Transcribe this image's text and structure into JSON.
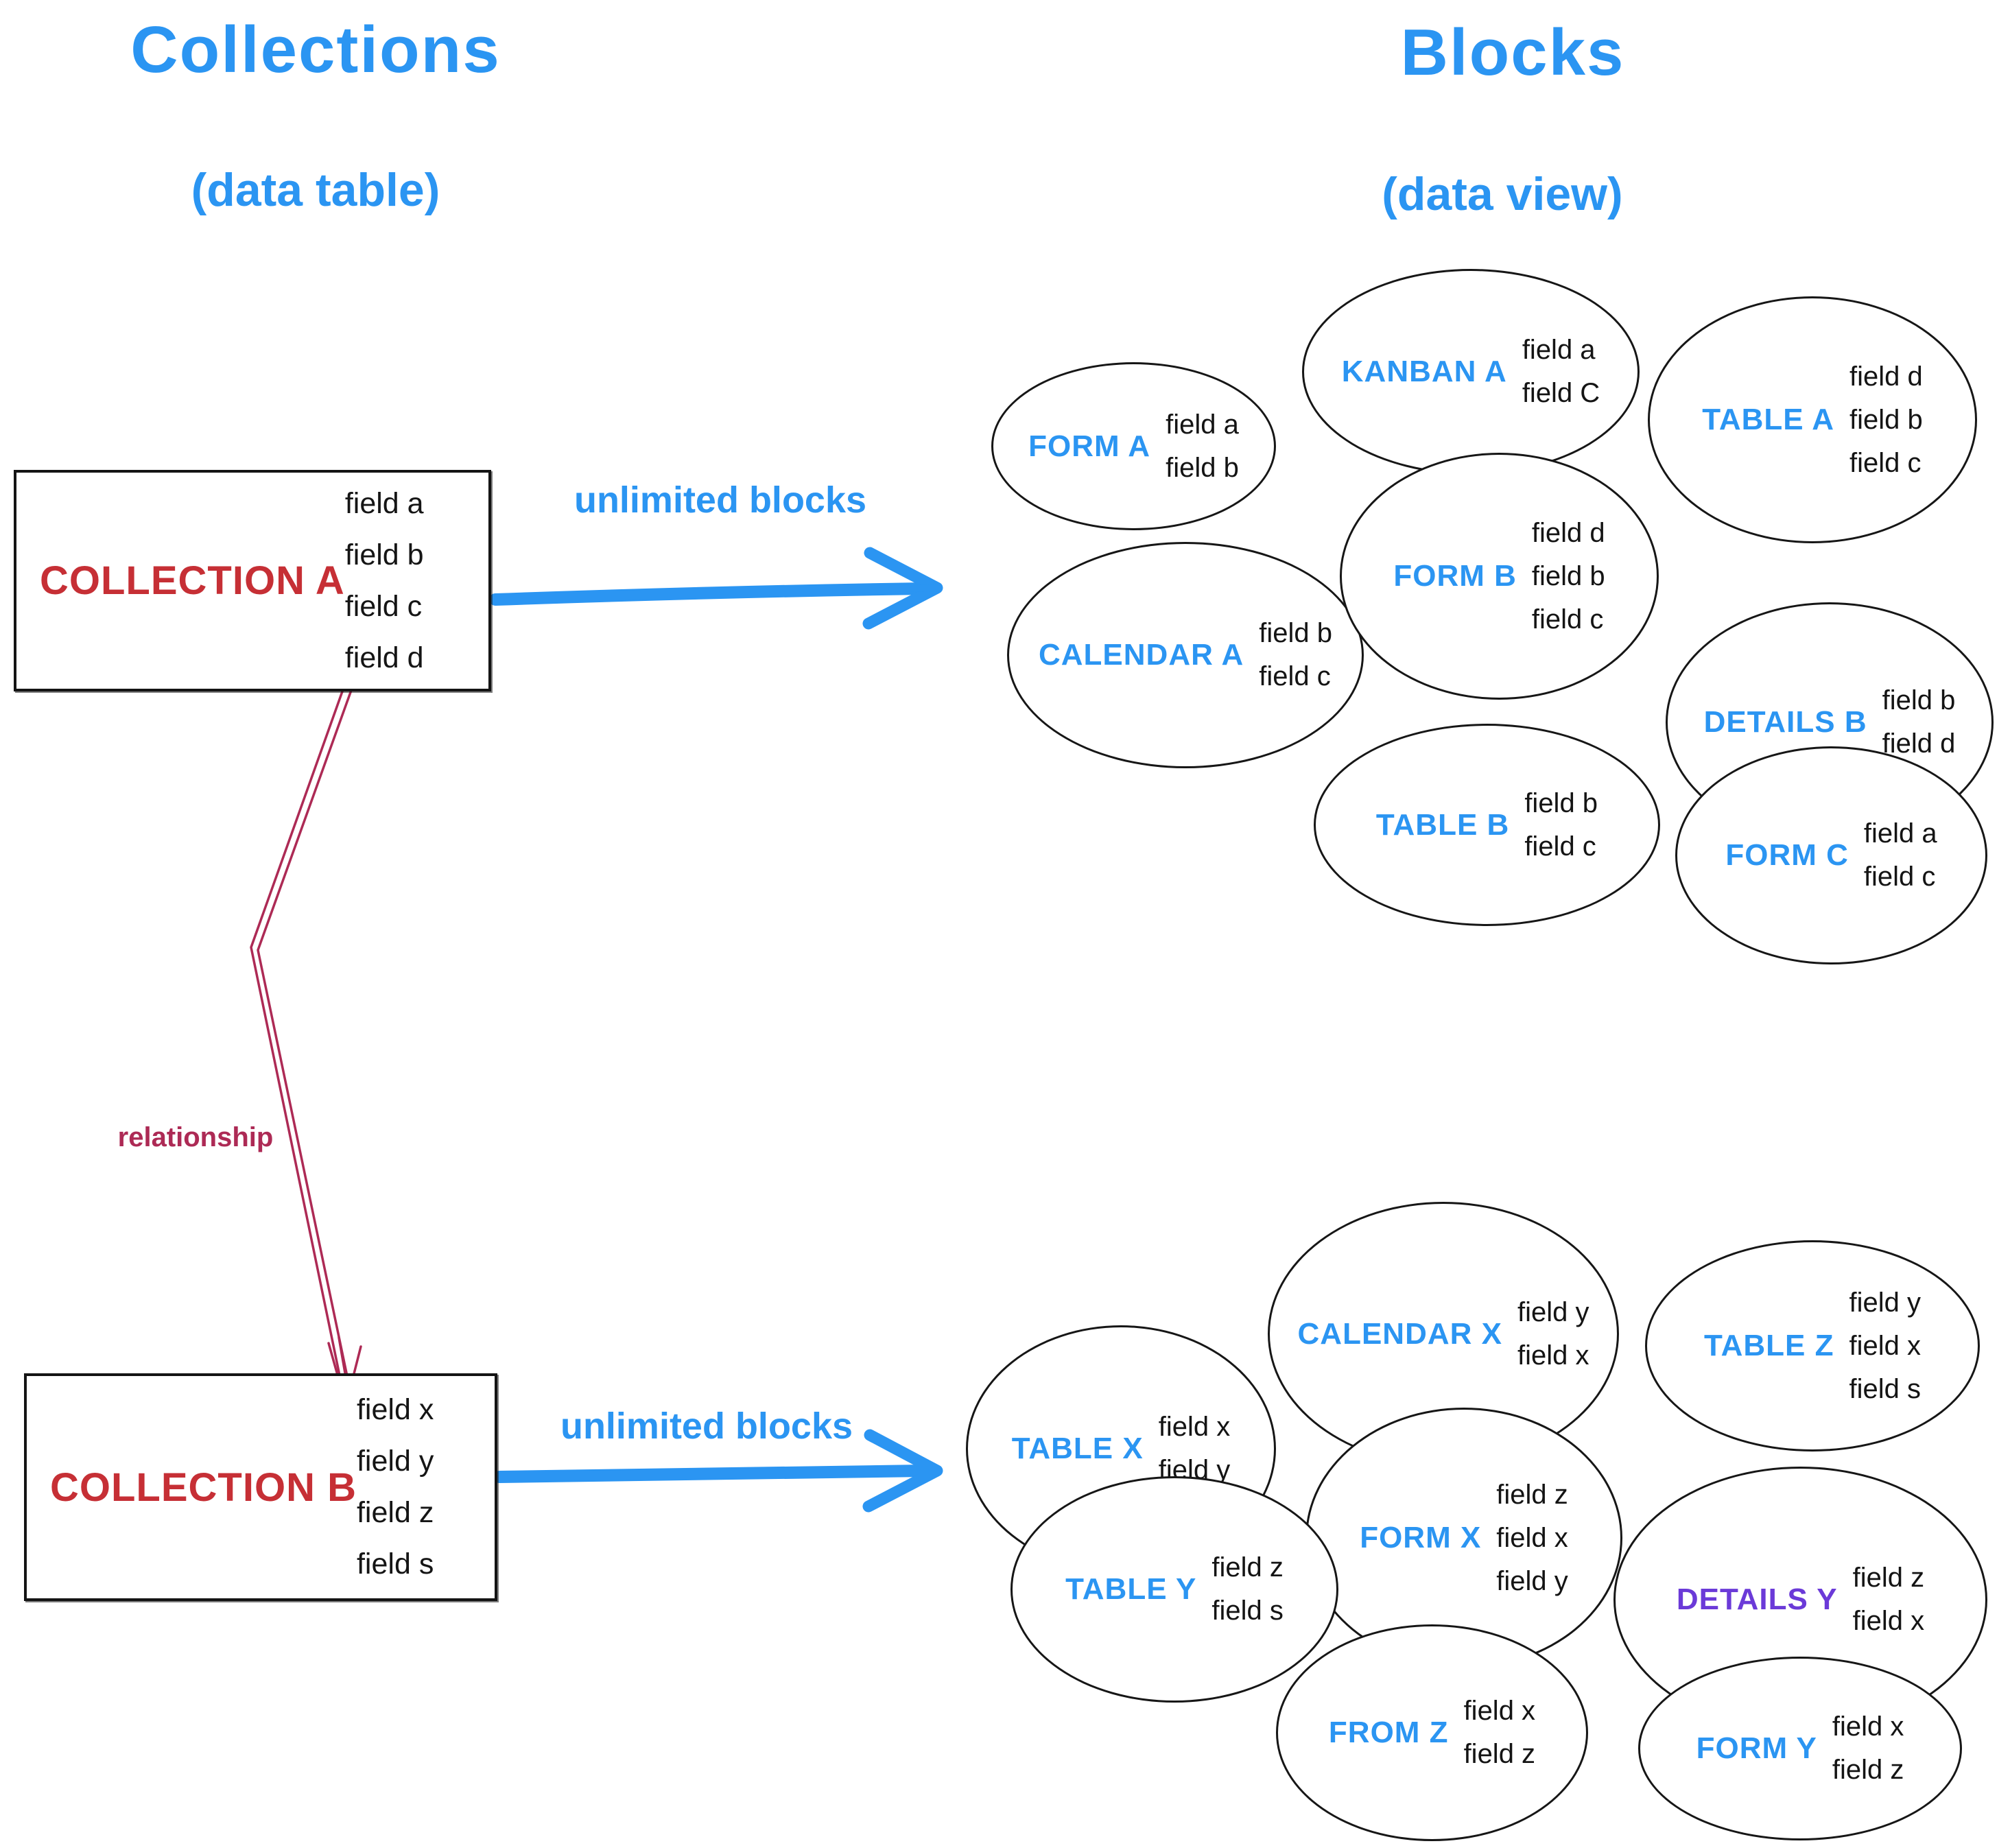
{
  "palette": {
    "blue": "#2b95f2",
    "red": "#c62f35",
    "crimson": "#ad2a55",
    "purple": "#6b3ad8",
    "ink": "#151515"
  },
  "left_column": {
    "title": "Collections",
    "subtitle": "(data table)",
    "relationship_label": "relationship",
    "collection_a": {
      "name": "COLLECTION A",
      "fields": [
        "field a",
        "field b",
        "field c",
        "field d"
      ]
    },
    "collection_b": {
      "name": "COLLECTION B",
      "fields": [
        "field x",
        "field y",
        "field z",
        "field s"
      ]
    }
  },
  "right_column": {
    "title": "Blocks",
    "subtitle": "(data view)"
  },
  "arrows": {
    "a_label": "unlimited blocks",
    "b_label": "unlimited blocks"
  },
  "blocks_a": [
    {
      "label": "FORM A",
      "label_color": "#2b95f2",
      "fields": [
        "field a",
        "field b"
      ]
    },
    {
      "label": "KANBAN A",
      "label_color": "#2b95f2",
      "fields": [
        "field a",
        "field C"
      ]
    },
    {
      "label": "TABLE A",
      "label_color": "#2b95f2",
      "fields": [
        "field d",
        "field b",
        "field c"
      ]
    },
    {
      "label": "CALENDAR A",
      "label_color": "#2b95f2",
      "fields": [
        "field b",
        "field c"
      ]
    },
    {
      "label": "FORM B",
      "label_color": "#2b95f2",
      "fields": [
        "field d",
        "field b",
        "field c"
      ]
    },
    {
      "label": "DETAILS B",
      "label_color": "#2b95f2",
      "fields": [
        "field b",
        "field d"
      ]
    },
    {
      "label": "TABLE B",
      "label_color": "#2b95f2",
      "fields": [
        "field b",
        "field c"
      ]
    },
    {
      "label": "FORM C",
      "label_color": "#2b95f2",
      "fields": [
        "field a",
        "field c"
      ]
    }
  ],
  "blocks_b": [
    {
      "label": "TABLE X",
      "label_color": "#2b95f2",
      "fields": [
        "field x",
        "field y"
      ]
    },
    {
      "label": "CALENDAR X",
      "label_color": "#2b95f2",
      "fields": [
        "field y",
        "field x"
      ]
    },
    {
      "label": "TABLE Z",
      "label_color": "#2b95f2",
      "fields": [
        "field y",
        "field x",
        "field s"
      ]
    },
    {
      "label": "FORM X",
      "label_color": "#2b95f2",
      "fields": [
        "field z",
        "field x",
        "field y"
      ]
    },
    {
      "label": "TABLE Y",
      "label_color": "#2b95f2",
      "fields": [
        "field z",
        "field s"
      ]
    },
    {
      "label": "DETAILS Y",
      "label_color": "#6b3ad8",
      "fields": [
        "field z",
        "field x"
      ]
    },
    {
      "label": "FROM Z",
      "label_color": "#2b95f2",
      "fields": [
        "field x",
        "field z"
      ]
    },
    {
      "label": "FORM Y",
      "label_color": "#2b95f2",
      "fields": [
        "field x",
        "field z"
      ]
    }
  ]
}
